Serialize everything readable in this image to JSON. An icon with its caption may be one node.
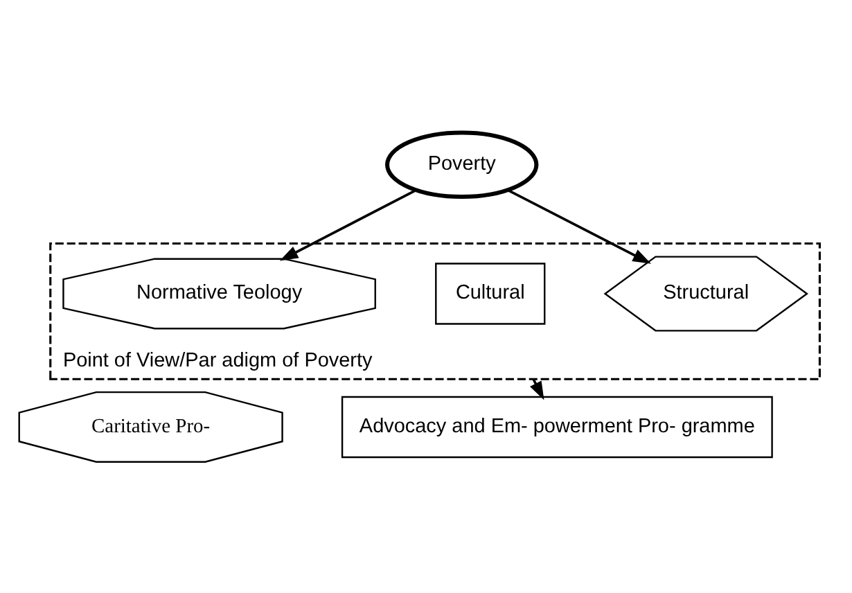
{
  "diagram": {
    "nodes": [
      {
        "text": [
          "Poverty"
        ]
      },
      {
        "text": [
          "Point of View/Par adigm of Poverty"
        ]
      },
      {
        "text": [
          "Normative Teology"
        ],
        "in": 1
      },
      {
        "text": [
          "Cultural"
        ],
        "in": 1
      },
      {
        "text": [
          "Structural"
        ],
        "in": 1
      },
      {
        "text": [
          "Caritative Pro-"
        ]
      },
      {
        "text": [
          "Advocacy and Em- powerment Pro- gramme"
        ]
      }
    ],
    "edges": [
      {
        "from": 0,
        "to": 2,
        "arrow": "to"
      },
      {
        "from": 0,
        "to": 4,
        "arrow": "to"
      },
      {
        "from": 1,
        "to": 6,
        "arrow": "to"
      }
    ]
  }
}
